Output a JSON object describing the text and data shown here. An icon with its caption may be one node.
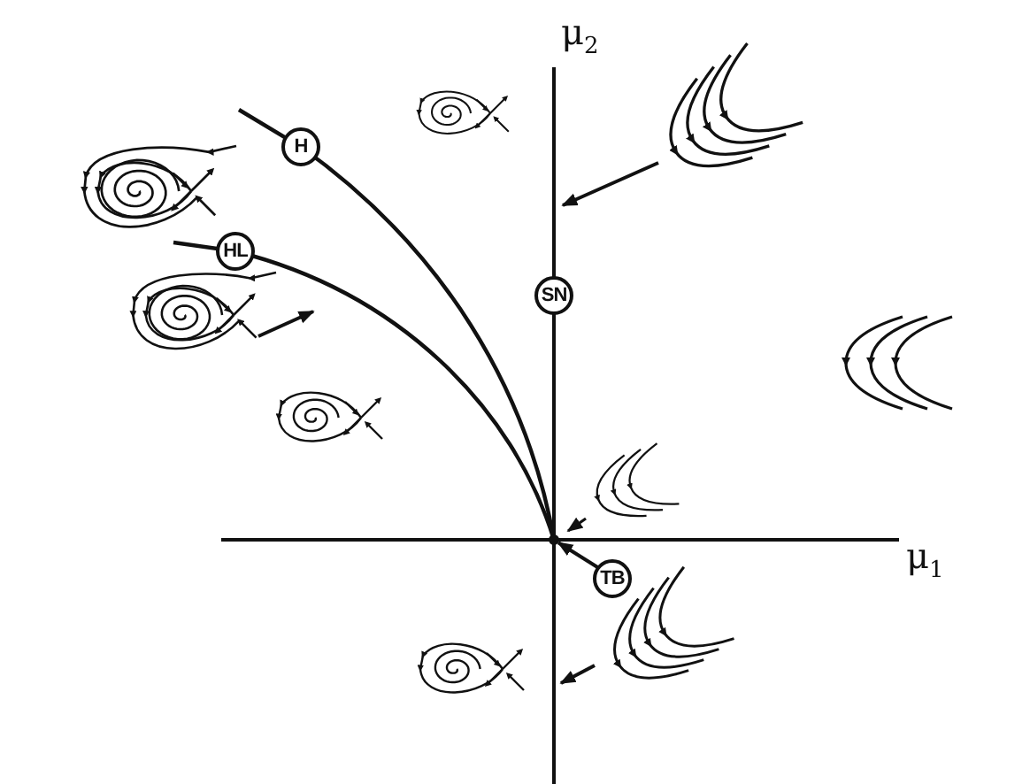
{
  "diagram": {
    "nodes": [
      {
        "text": [
          "H"
        ]
      },
      {
        "text": [
          "HL"
        ]
      },
      {
        "text": [
          "SN"
        ]
      },
      {
        "text": [
          "TB"
        ]
      },
      {
        "text": [],
        "shape": "picture"
      },
      {
        "text": [],
        "shape": "picture"
      },
      {
        "text": [],
        "shape": "picture"
      },
      {
        "text": [],
        "shape": "circle"
      }
    ],
    "edges": [
      {
        "from": 4,
        "to": null,
        "arrow": "to"
      },
      {
        "from": 5,
        "to": null,
        "arrow": "to"
      },
      {
        "from": 3,
        "to": 7,
        "arrow": "to"
      },
      {
        "from": 6,
        "to": null,
        "arrow": "to"
      }
    ],
    "labels": [
      "μ$_{2}$",
      "μ$_{1}$"
    ]
  }
}
